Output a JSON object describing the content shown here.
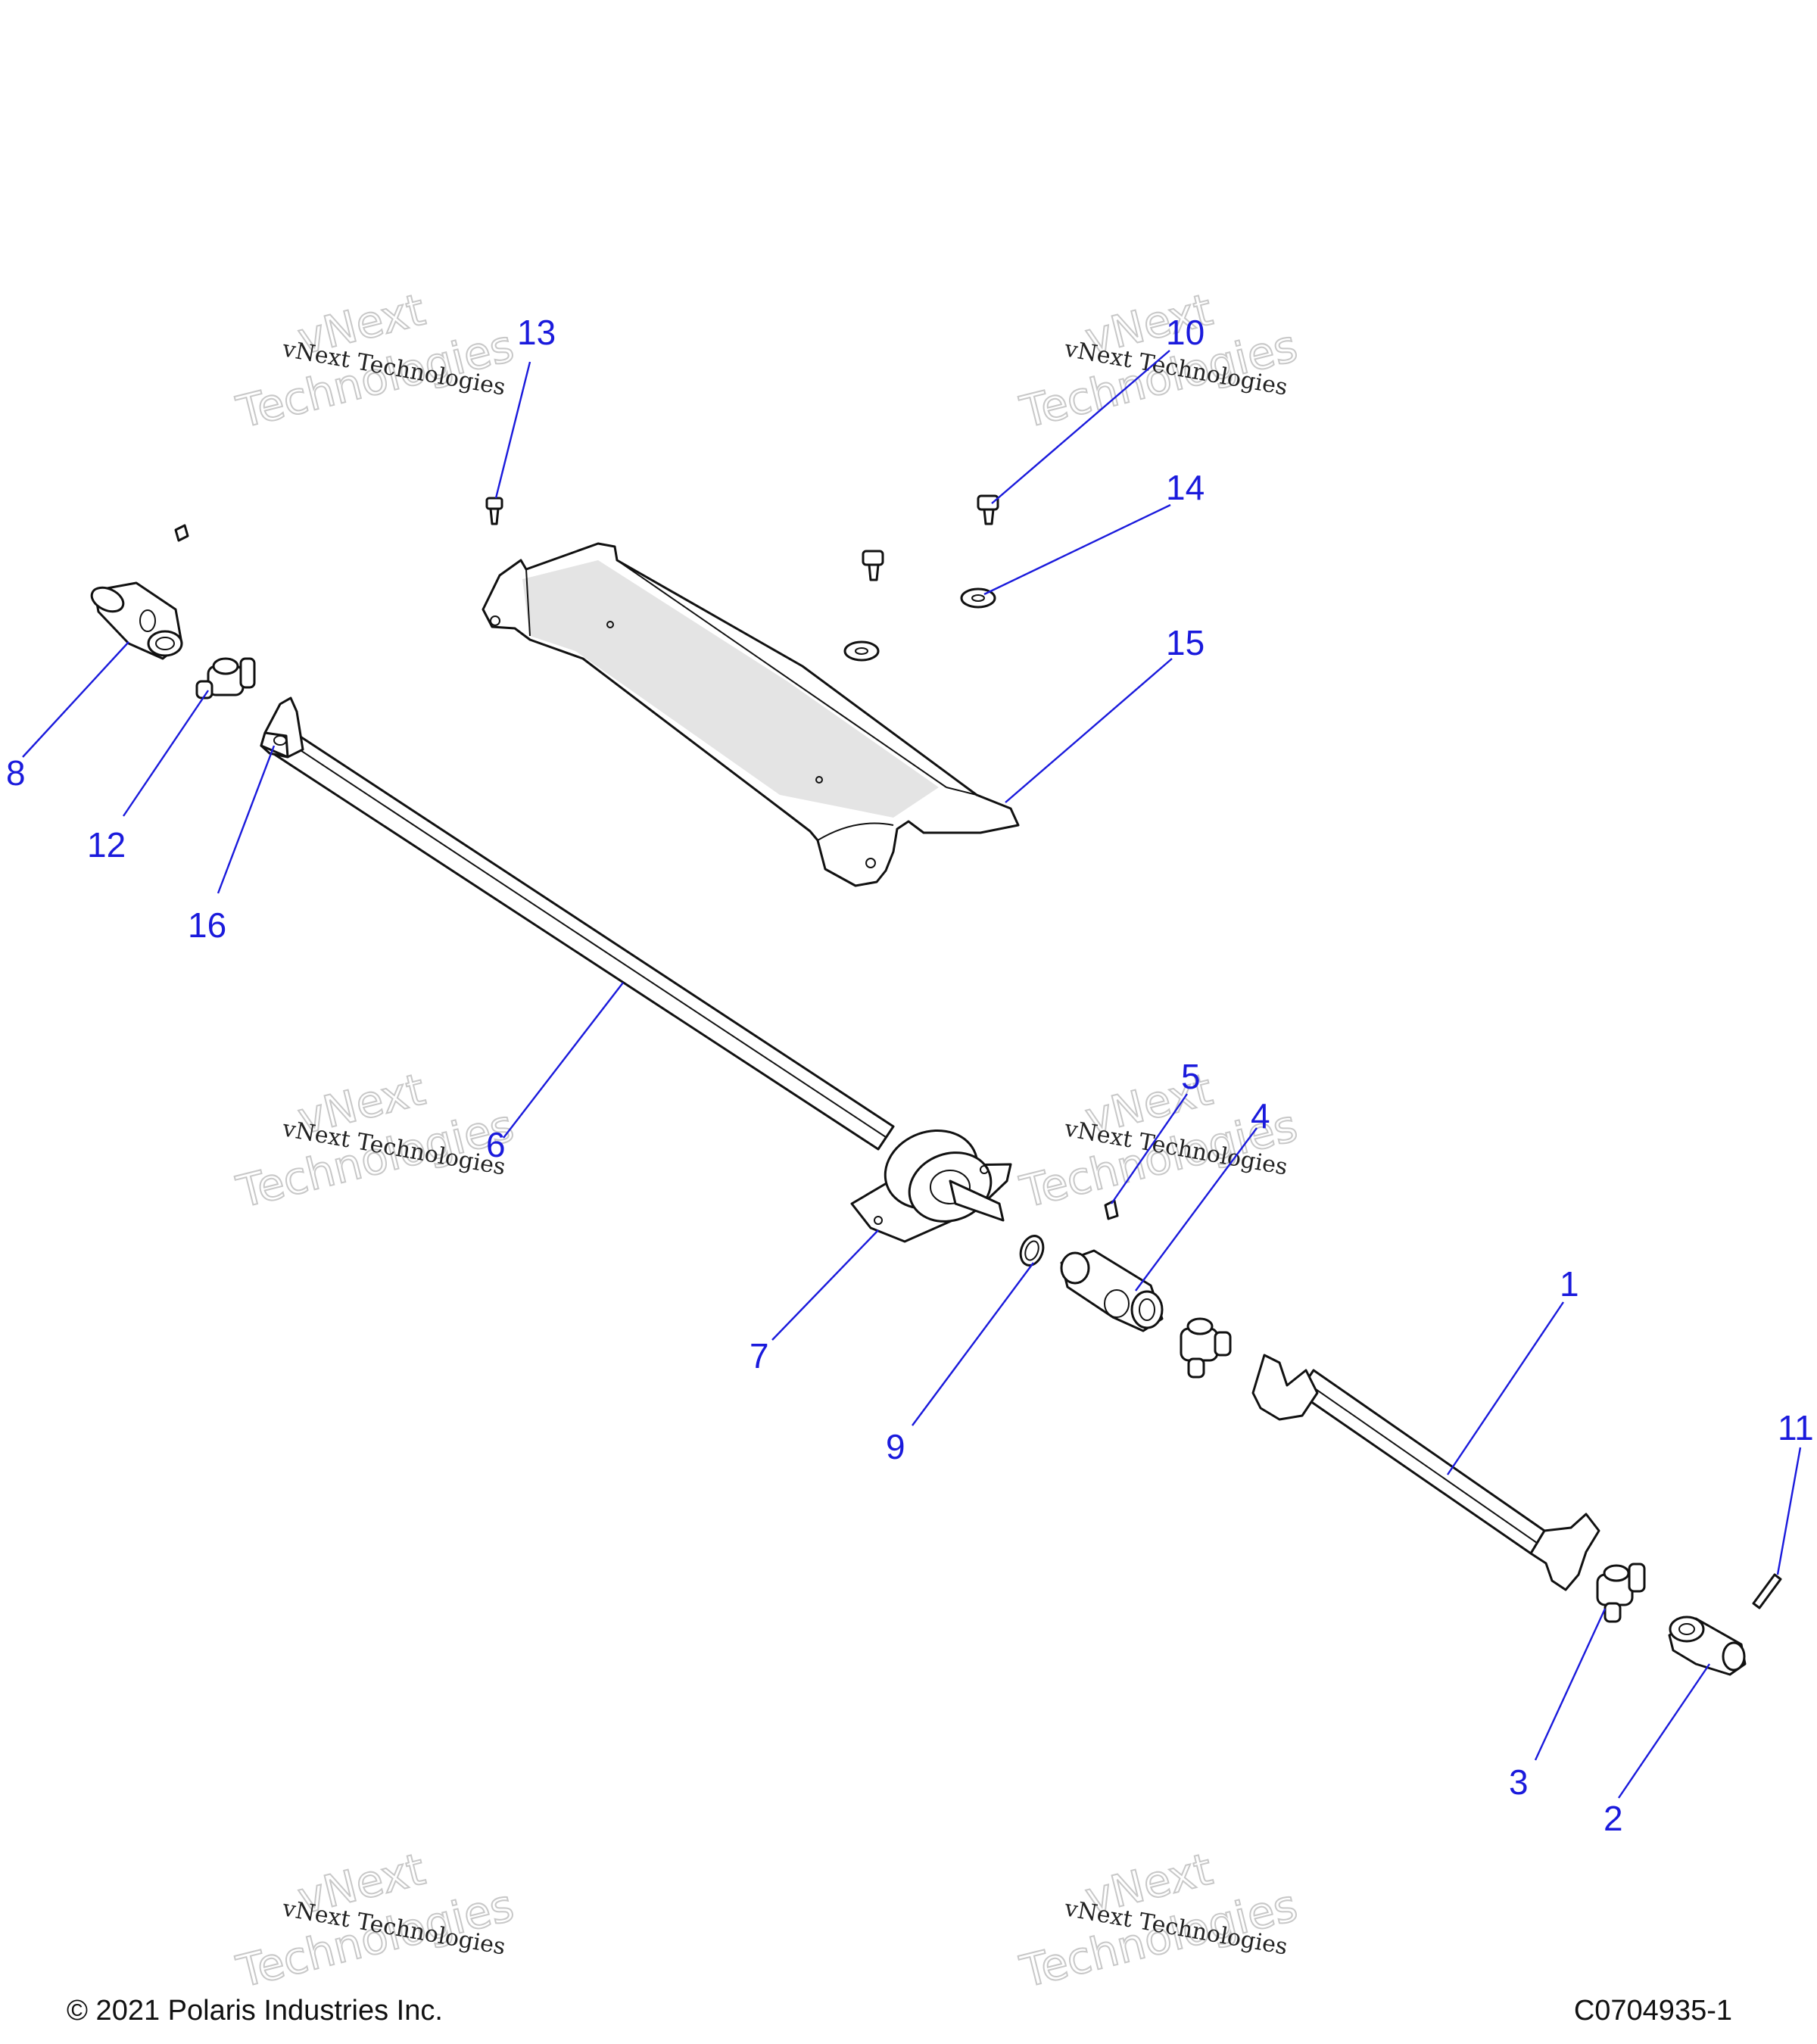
{
  "watermark": {
    "brand_line": "vNext Technologies",
    "big_top": "vNext",
    "big_bottom": "Technologies"
  },
  "callouts": [
    "1",
    "2",
    "3",
    "4",
    "5",
    "6",
    "7",
    "8",
    "9",
    "10",
    "11",
    "12",
    "13",
    "14",
    "15",
    "16"
  ],
  "footer": {
    "copyright": "© 2021 Polaris Industries Inc.",
    "drawing_id": "C0704935-1"
  }
}
